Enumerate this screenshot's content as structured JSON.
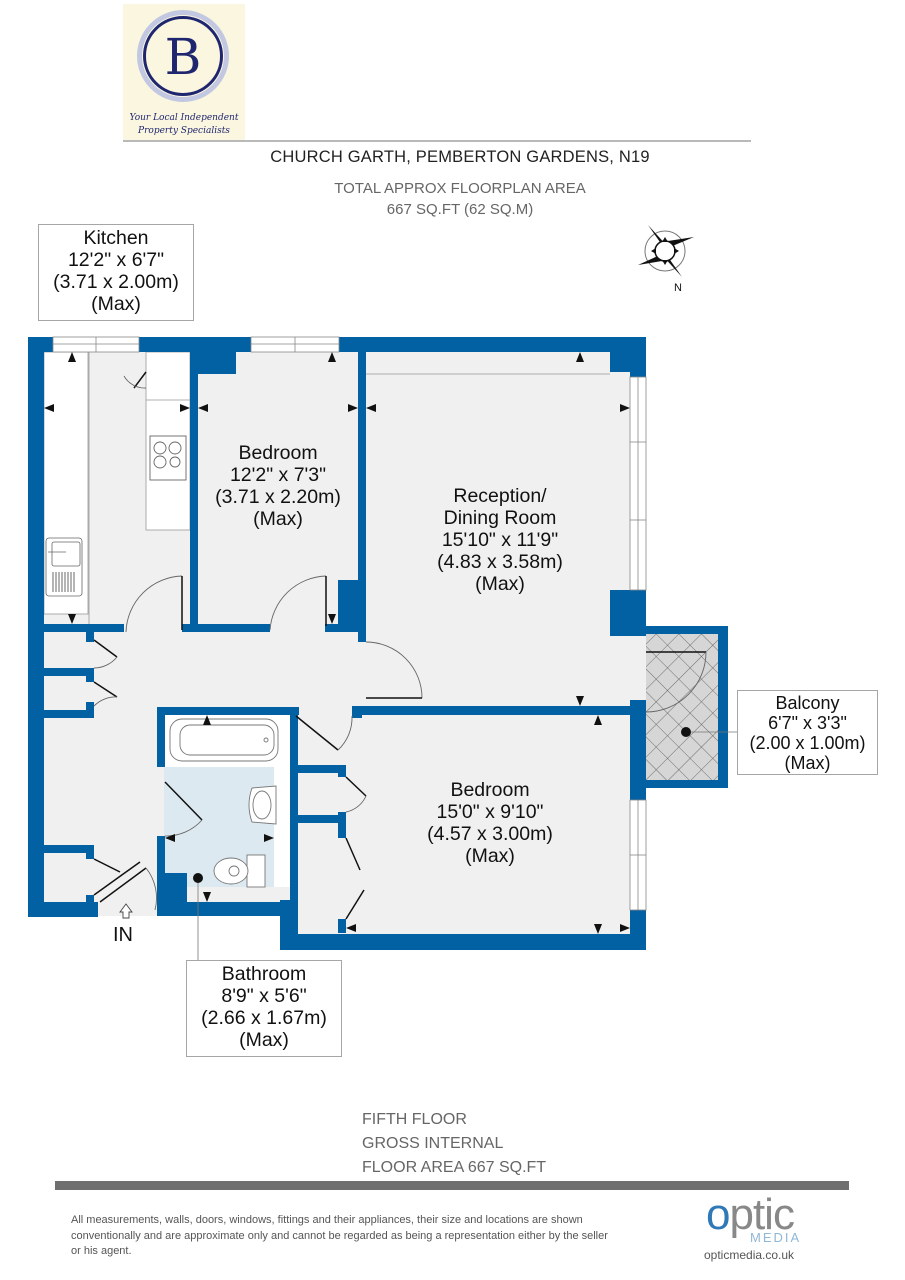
{
  "agent_logo": {
    "letter": "B",
    "tagline_line1": "Your Local Independent",
    "tagline_line2": "Property Specialists"
  },
  "header": {
    "title": "CHURCH GARTH, PEMBERTON GARDENS, N19",
    "subtitle_line1": "TOTAL APPROX FLOORPLAN AREA",
    "subtitle_line2": "667 SQ.FT (62 SQ.M)"
  },
  "compass": {
    "label": "N"
  },
  "rooms": {
    "kitchen": {
      "name": "Kitchen",
      "imperial": "12'2\" x 6'7\"",
      "metric": "(3.71 x 2.00m)",
      "note": "(Max)"
    },
    "bedroom1": {
      "name": "Bedroom",
      "imperial": "12'2\" x 7'3\"",
      "metric": "(3.71 x 2.20m)",
      "note": "(Max)"
    },
    "reception": {
      "name_line1": "Reception/",
      "name_line2": "Dining Room",
      "imperial": "15'10\" x 11'9\"",
      "metric": "(4.83 x 3.58m)",
      "note": "(Max)"
    },
    "balcony": {
      "name": "Balcony",
      "imperial": "6'7\" x 3'3\"",
      "metric": "(2.00 x 1.00m)",
      "note": "(Max)"
    },
    "bedroom2": {
      "name": "Bedroom",
      "imperial": "15'0\" x 9'10\"",
      "metric": "(4.57 x 3.00m)",
      "note": "(Max)"
    },
    "bathroom": {
      "name": "Bathroom",
      "imperial": "8'9\" x 5'6\"",
      "metric": "(2.66 x 1.67m)",
      "note": "(Max)"
    }
  },
  "entrance": {
    "label": "IN"
  },
  "footer": {
    "floor": "FIFTH FLOOR",
    "gross_line1": "GROSS INTERNAL",
    "gross_line2": "FLOOR AREA 667 SQ.FT",
    "disclaimer": "All measurements, walls, doors, windows, fittings and their appliances, their size and locations are shown conventionally and are approximate only and cannot be regarded as being a representation either by the seller or his agent."
  },
  "optic_logo": {
    "word_o": "o",
    "word_rest": "ptic",
    "media": "MEDIA",
    "url": "opticmedia.co.uk"
  },
  "colors": {
    "wall": "#0261a3",
    "floor": "#f0f0f0",
    "bathroom_floor": "#dce9f0",
    "balcony_floor": "#d6d6d6"
  }
}
